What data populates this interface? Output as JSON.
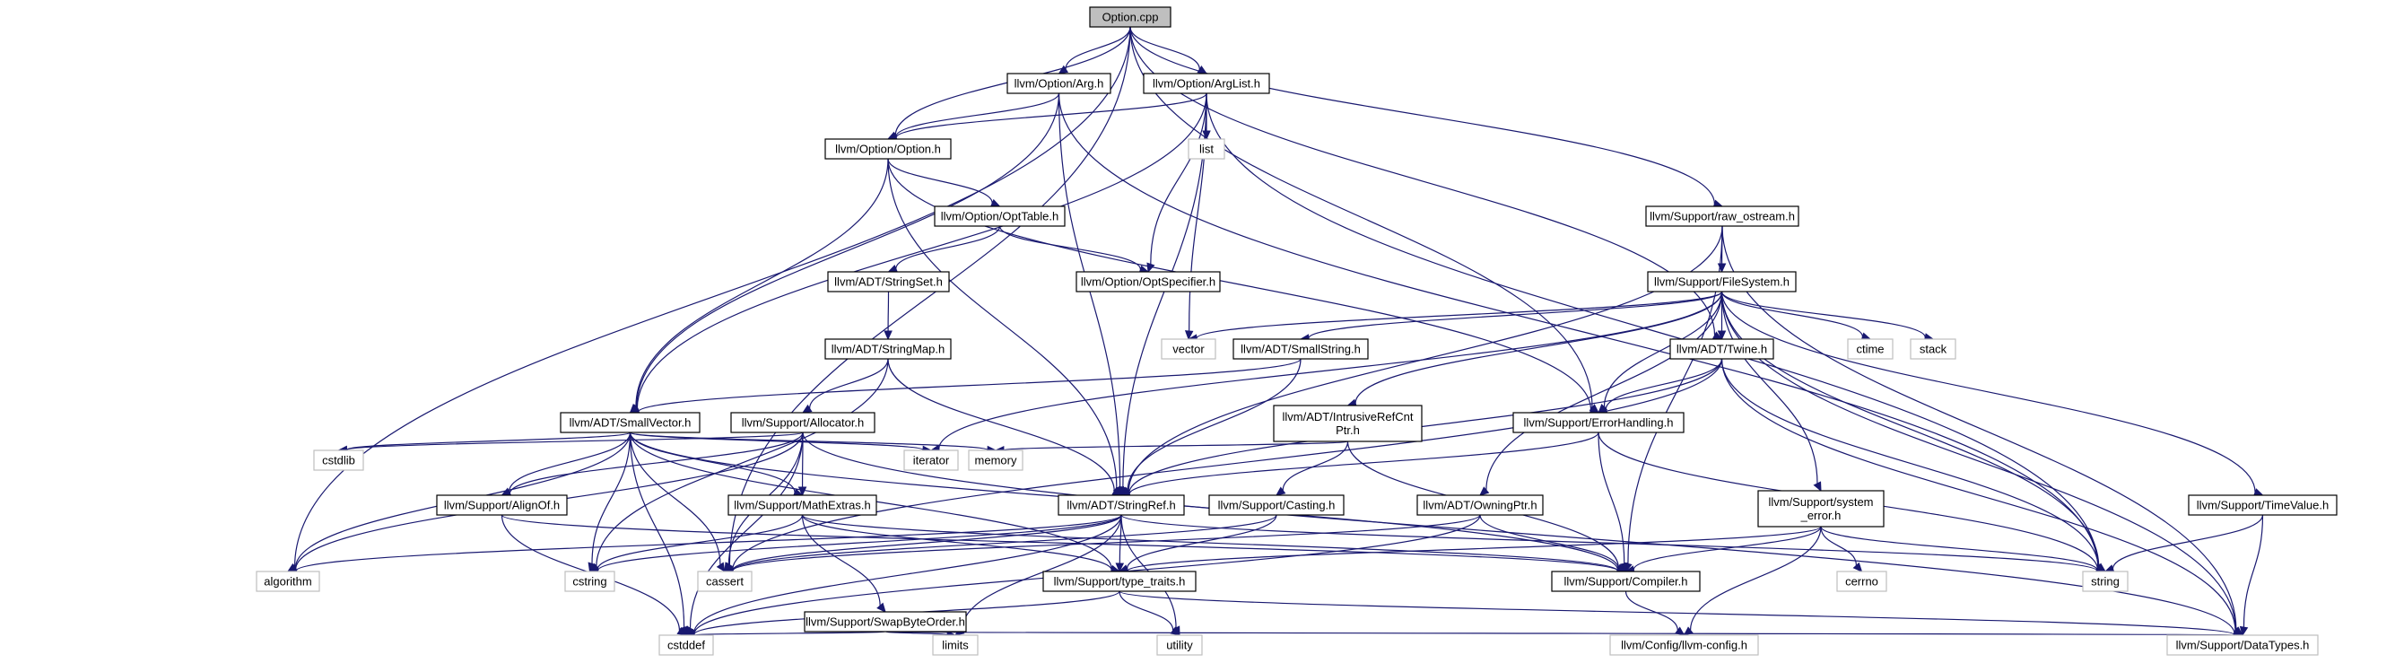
{
  "graph": {
    "colors": {
      "edge": "#191970",
      "root_fill": "#bfbfbf",
      "node_border": "#000000",
      "external_border": "#bfbfbf"
    },
    "nodes": [
      {
        "id": "option_cpp",
        "label": "Option.cpp",
        "kind": "root"
      },
      {
        "id": "arg_h",
        "label": "llvm/Option/Arg.h",
        "kind": "normal"
      },
      {
        "id": "arglist_h",
        "label": "llvm/Option/ArgList.h",
        "kind": "normal"
      },
      {
        "id": "option_h",
        "label": "llvm/Option/Option.h",
        "kind": "normal"
      },
      {
        "id": "list",
        "label": "list",
        "kind": "external"
      },
      {
        "id": "opttable_h",
        "label": "llvm/Option/OptTable.h",
        "kind": "normal"
      },
      {
        "id": "raw_ostream_h",
        "label": "llvm/Support/raw_ostream.h",
        "kind": "normal"
      },
      {
        "id": "stringset_h",
        "label": "llvm/ADT/StringSet.h",
        "kind": "normal"
      },
      {
        "id": "optspecifier_h",
        "label": "llvm/Option/OptSpecifier.h",
        "kind": "normal"
      },
      {
        "id": "filesystem_h",
        "label": "llvm/Support/FileSystem.h",
        "kind": "normal"
      },
      {
        "id": "stringmap_h",
        "label": "llvm/ADT/StringMap.h",
        "kind": "normal"
      },
      {
        "id": "vector",
        "label": "vector",
        "kind": "external"
      },
      {
        "id": "smallstring_h",
        "label": "llvm/ADT/SmallString.h",
        "kind": "normal"
      },
      {
        "id": "twine_h",
        "label": "llvm/ADT/Twine.h",
        "kind": "normal"
      },
      {
        "id": "ctime",
        "label": "ctime",
        "kind": "external"
      },
      {
        "id": "stack",
        "label": "stack",
        "kind": "external"
      },
      {
        "id": "intrusive_h",
        "label": "llvm/ADT/IntrusiveRefCnt\nPtr.h",
        "kind": "normal"
      },
      {
        "id": "smallvector_h",
        "label": "llvm/ADT/SmallVector.h",
        "kind": "normal"
      },
      {
        "id": "allocator_h",
        "label": "llvm/Support/Allocator.h",
        "kind": "normal"
      },
      {
        "id": "errorhandling_h",
        "label": "llvm/Support/ErrorHandling.h",
        "kind": "normal"
      },
      {
        "id": "cstdlib",
        "label": "cstdlib",
        "kind": "external"
      },
      {
        "id": "alignof_h",
        "label": "llvm/Support/AlignOf.h",
        "kind": "normal"
      },
      {
        "id": "mathextras_h",
        "label": "llvm/Support/MathExtras.h",
        "kind": "normal"
      },
      {
        "id": "iterator",
        "label": "iterator",
        "kind": "external"
      },
      {
        "id": "memory",
        "label": "memory",
        "kind": "external"
      },
      {
        "id": "stringref_h",
        "label": "llvm/ADT/StringRef.h",
        "kind": "normal"
      },
      {
        "id": "casting_h",
        "label": "llvm/Support/Casting.h",
        "kind": "normal"
      },
      {
        "id": "owningptr_h",
        "label": "llvm/ADT/OwningPtr.h",
        "kind": "normal"
      },
      {
        "id": "system_error_h",
        "label": "llvm/Support/system\n_error.h",
        "kind": "normal"
      },
      {
        "id": "timevalue_h",
        "label": "llvm/Support/TimeValue.h",
        "kind": "normal"
      },
      {
        "id": "algorithm",
        "label": "algorithm",
        "kind": "external"
      },
      {
        "id": "cstring",
        "label": "cstring",
        "kind": "external"
      },
      {
        "id": "cassert",
        "label": "cassert",
        "kind": "external"
      },
      {
        "id": "type_traits_h",
        "label": "llvm/Support/type_traits.h",
        "kind": "normal"
      },
      {
        "id": "compiler_h",
        "label": "llvm/Support/Compiler.h",
        "kind": "normal"
      },
      {
        "id": "cerrno",
        "label": "cerrno",
        "kind": "external"
      },
      {
        "id": "string",
        "label": "string",
        "kind": "external"
      },
      {
        "id": "swapbyteorder_h",
        "label": "llvm/Support/SwapByteOrder.h",
        "kind": "normal"
      },
      {
        "id": "cstddef",
        "label": "cstddef",
        "kind": "external"
      },
      {
        "id": "limits",
        "label": "limits",
        "kind": "external"
      },
      {
        "id": "utility",
        "label": "utility",
        "kind": "external"
      },
      {
        "id": "llvm_config_h",
        "label": "llvm/Config/llvm-config.h",
        "kind": "external"
      },
      {
        "id": "datatypes_h",
        "label": "llvm/Support/DataTypes.h",
        "kind": "external"
      }
    ],
    "edges": [
      [
        "option_cpp",
        "arg_h"
      ],
      [
        "option_cpp",
        "arglist_h"
      ],
      [
        "option_cpp",
        "option_h"
      ],
      [
        "option_cpp",
        "raw_ostream_h"
      ],
      [
        "option_cpp",
        "errorhandling_h"
      ],
      [
        "option_cpp",
        "twine_h"
      ],
      [
        "option_cpp",
        "algorithm"
      ],
      [
        "option_cpp",
        "cassert"
      ],
      [
        "arg_h",
        "option_h"
      ],
      [
        "arg_h",
        "smallvector_h"
      ],
      [
        "arg_h",
        "stringref_h"
      ],
      [
        "arg_h",
        "string"
      ],
      [
        "arglist_h",
        "option_h"
      ],
      [
        "arglist_h",
        "list"
      ],
      [
        "arglist_h",
        "optspecifier_h"
      ],
      [
        "arglist_h",
        "smallvector_h"
      ],
      [
        "arglist_h",
        "stringref_h"
      ],
      [
        "arglist_h",
        "vector"
      ],
      [
        "arglist_h",
        "string"
      ],
      [
        "option_h",
        "opttable_h"
      ],
      [
        "option_h",
        "smallvector_h"
      ],
      [
        "option_h",
        "stringref_h"
      ],
      [
        "option_h",
        "errorhandling_h"
      ],
      [
        "opttable_h",
        "stringset_h"
      ],
      [
        "opttable_h",
        "optspecifier_h"
      ],
      [
        "stringset_h",
        "stringmap_h"
      ],
      [
        "stringmap_h",
        "allocator_h"
      ],
      [
        "stringmap_h",
        "stringref_h"
      ],
      [
        "stringmap_h",
        "cstring"
      ],
      [
        "raw_ostream_h",
        "filesystem_h"
      ],
      [
        "raw_ostream_h",
        "stringref_h"
      ],
      [
        "raw_ostream_h",
        "compiler_h"
      ],
      [
        "raw_ostream_h",
        "datatypes_h"
      ],
      [
        "filesystem_h",
        "vector"
      ],
      [
        "filesystem_h",
        "smallstring_h"
      ],
      [
        "filesystem_h",
        "twine_h"
      ],
      [
        "filesystem_h",
        "ctime"
      ],
      [
        "filesystem_h",
        "stack"
      ],
      [
        "filesystem_h",
        "intrusive_h"
      ],
      [
        "filesystem_h",
        "errorhandling_h"
      ],
      [
        "filesystem_h",
        "owningptr_h"
      ],
      [
        "filesystem_h",
        "system_error_h"
      ],
      [
        "filesystem_h",
        "timevalue_h"
      ],
      [
        "filesystem_h",
        "datatypes_h"
      ],
      [
        "filesystem_h",
        "string"
      ],
      [
        "filesystem_h",
        "iterator"
      ],
      [
        "smallstring_h",
        "smallvector_h"
      ],
      [
        "smallstring_h",
        "stringref_h"
      ],
      [
        "twine_h",
        "errorhandling_h"
      ],
      [
        "twine_h",
        "stringref_h"
      ],
      [
        "twine_h",
        "string"
      ],
      [
        "twine_h",
        "datatypes_h"
      ],
      [
        "twine_h",
        "cassert"
      ],
      [
        "intrusive_h",
        "casting_h"
      ],
      [
        "intrusive_h",
        "compiler_h"
      ],
      [
        "intrusive_h",
        "memory"
      ],
      [
        "errorhandling_h",
        "compiler_h"
      ],
      [
        "errorhandling_h",
        "string"
      ],
      [
        "errorhandling_h",
        "stringref_h"
      ],
      [
        "smallvector_h",
        "cstdlib"
      ],
      [
        "smallvector_h",
        "alignof_h"
      ],
      [
        "smallvector_h",
        "mathextras_h"
      ],
      [
        "smallvector_h",
        "iterator"
      ],
      [
        "smallvector_h",
        "memory"
      ],
      [
        "smallvector_h",
        "algorithm"
      ],
      [
        "smallvector_h",
        "cstring"
      ],
      [
        "smallvector_h",
        "cassert"
      ],
      [
        "smallvector_h",
        "cstddef"
      ],
      [
        "smallvector_h",
        "type_traits_h"
      ],
      [
        "smallvector_h",
        "compiler_h"
      ],
      [
        "allocator_h",
        "alignof_h"
      ],
      [
        "allocator_h",
        "mathextras_h"
      ],
      [
        "allocator_h",
        "cstdlib"
      ],
      [
        "allocator_h",
        "cassert"
      ],
      [
        "allocator_h",
        "cstddef"
      ],
      [
        "allocator_h",
        "datatypes_h"
      ],
      [
        "allocator_h",
        "algorithm"
      ],
      [
        "alignof_h",
        "cstddef"
      ],
      [
        "alignof_h",
        "compiler_h"
      ],
      [
        "mathextras_h",
        "swapbyteorder_h"
      ],
      [
        "mathextras_h",
        "cstring"
      ],
      [
        "mathextras_h",
        "type_traits_h"
      ],
      [
        "mathextras_h",
        "compiler_h"
      ],
      [
        "stringref_h",
        "type_traits_h"
      ],
      [
        "stringref_h",
        "algorithm"
      ],
      [
        "stringref_h",
        "cassert"
      ],
      [
        "stringref_h",
        "cstring"
      ],
      [
        "stringref_h",
        "limits"
      ],
      [
        "stringref_h",
        "utility"
      ],
      [
        "stringref_h",
        "string"
      ],
      [
        "stringref_h",
        "cstddef"
      ],
      [
        "casting_h",
        "type_traits_h"
      ],
      [
        "casting_h",
        "cassert"
      ],
      [
        "owningptr_h",
        "compiler_h"
      ],
      [
        "owningptr_h",
        "cassert"
      ],
      [
        "owningptr_h",
        "cstddef"
      ],
      [
        "system_error_h",
        "compiler_h"
      ],
      [
        "system_error_h",
        "cerrno"
      ],
      [
        "system_error_h",
        "string"
      ],
      [
        "system_error_h",
        "type_traits_h"
      ],
      [
        "system_error_h",
        "llvm_config_h"
      ],
      [
        "timevalue_h",
        "datatypes_h"
      ],
      [
        "timevalue_h",
        "string"
      ],
      [
        "type_traits_h",
        "cstddef"
      ],
      [
        "type_traits_h",
        "utility"
      ],
      [
        "type_traits_h",
        "datatypes_h"
      ],
      [
        "compiler_h",
        "llvm_config_h"
      ],
      [
        "swapbyteorder_h",
        "cstddef"
      ],
      [
        "swapbyteorder_h",
        "limits"
      ],
      [
        "swapbyteorder_h",
        "datatypes_h"
      ]
    ]
  }
}
